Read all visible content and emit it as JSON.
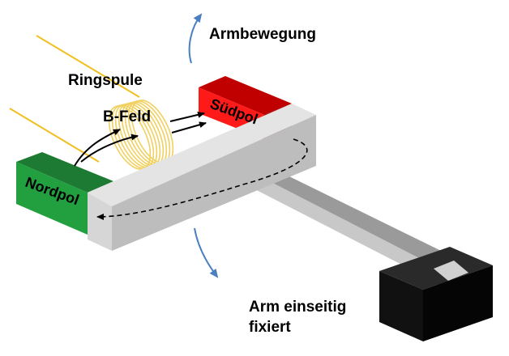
{
  "labels": {
    "arm_motion": "Armbewegung",
    "coil": "Ringspule",
    "field": "B-Feld",
    "south_pole": "Südpol",
    "north_pole": "Nordpol",
    "arm_fixed_line1": "Arm einseitig",
    "arm_fixed_line2": "fixiert"
  },
  "colors": {
    "north_pole": "#22a040",
    "south_pole": "#e01010",
    "coil": "#f0d060",
    "wire": "#f0c020",
    "motion_arrow": "#4a7fc0",
    "beam": "#d8d8d8",
    "clamp": "#111111"
  }
}
